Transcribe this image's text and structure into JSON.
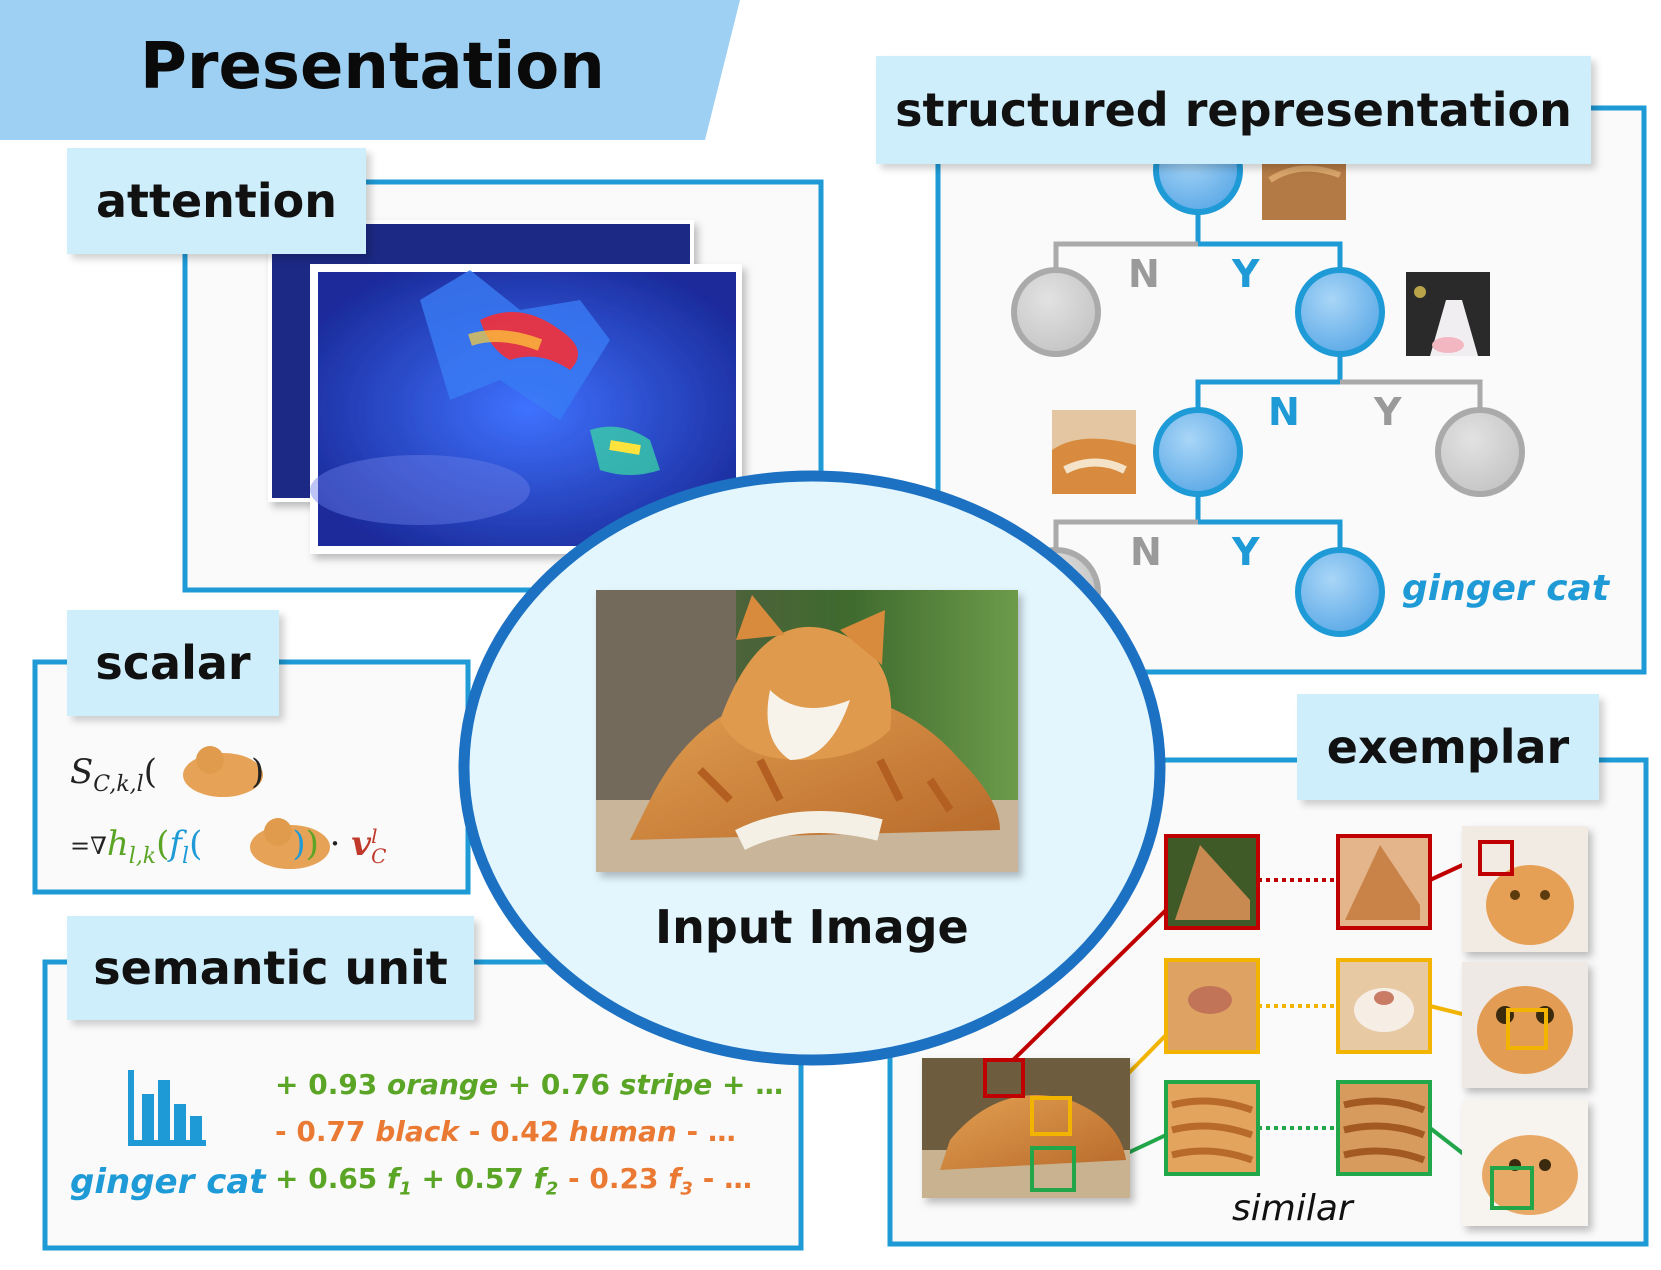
{
  "colors": {
    "frame_blue": "#1e9ad6",
    "label_bg": "#cfeefb",
    "node_blue": "#6ab4ea",
    "node_gray": "#cccccc",
    "title_blue": "#9dd0f2",
    "green": "#5aa526",
    "orange": "#ea7a33",
    "red": "#c00000",
    "yellow": "#f2b400",
    "ellipse_stroke": "#1c71c2"
  },
  "title": "Presentation",
  "panels": {
    "attention": {
      "label": "attention"
    },
    "structured": {
      "label": "structured representation",
      "edge_no": "N",
      "edge_yes": "Y",
      "leaf_label": "ginger cat"
    },
    "scalar": {
      "label": "scalar",
      "line1": "S",
      "line1_sub": "C,k,l",
      "line2_prefix": "=∇",
      "line2_h": "h",
      "line2_h_sub": "l,k",
      "line2_f": "f",
      "line2_f_sub": "l",
      "line2_v": "v",
      "line2_v_sup": "l",
      "line2_v_sub": "C"
    },
    "semantic": {
      "label": "semantic unit",
      "class_label": "ginger cat",
      "icon": "bar-chart-icon",
      "line1": {
        "a": "+ 0.93 ",
        "b": "orange",
        "c": " + 0.76 ",
        "d": "stripe",
        "e": " + …"
      },
      "line2": {
        "a": "- 0.77 ",
        "b": "black",
        "c": " - 0.42 ",
        "d": "human",
        "e": " - …"
      },
      "line3": {
        "a": "+ 0.65 ",
        "b": "f",
        "b_sub": "1",
        "c": " + 0.57 ",
        "d": "f",
        "d_sub": "2",
        "e": " - 0.23 ",
        "f": "f",
        "f_sub": "3",
        "g": " - …"
      }
    },
    "exemplar": {
      "label": "exemplar",
      "caption": "similar"
    },
    "input": {
      "label": "Input Image"
    }
  }
}
